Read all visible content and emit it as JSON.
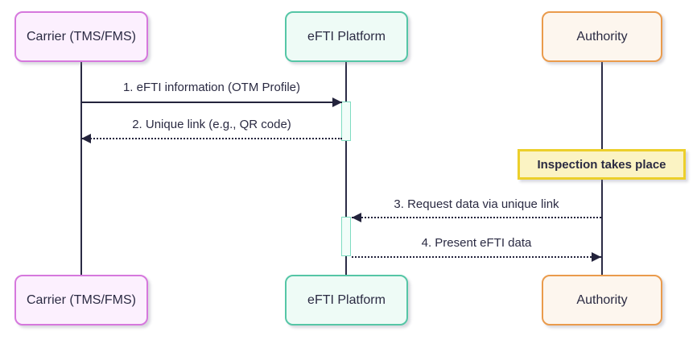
{
  "diagram": {
    "type": "sequence-diagram",
    "background_color": "#ffffff",
    "text_color": "#2a2a42",
    "line_color": "#23233c",
    "actors": [
      {
        "id": "carrier",
        "label": "Carrier (TMS/FMS)",
        "fill": "#fcf0fe",
        "border": "#d678dd"
      },
      {
        "id": "efti-platform",
        "label": "eFTI Platform",
        "fill": "#eefbf6",
        "border": "#55c6a6"
      },
      {
        "id": "authority",
        "label": "Authority",
        "fill": "#fdf6ee",
        "border": "#ea9b4c"
      }
    ],
    "messages": [
      {
        "seq": 1,
        "label": "1. eFTI information (OTM Profile)",
        "from": "carrier",
        "to": "efti-platform",
        "line": "solid",
        "arrow": "right"
      },
      {
        "seq": 2,
        "label": "2. Unique link (e.g., QR code)",
        "from": "efti-platform",
        "to": "carrier",
        "line": "dotted",
        "arrow": "left"
      },
      {
        "seq": 3,
        "label": "3. Request data via unique link",
        "from": "authority",
        "to": "efti-platform",
        "line": "dotted",
        "arrow": "left"
      },
      {
        "seq": 4,
        "label": "4. Present eFTI data",
        "from": "efti-platform",
        "to": "authority",
        "line": "dotted",
        "arrow": "right"
      }
    ],
    "activations": [
      {
        "on": "efti-platform",
        "from_seq": 1,
        "to_seq": 2,
        "fill": "#f2fdf9",
        "border": "#7edcc1"
      },
      {
        "on": "efti-platform",
        "from_seq": 3,
        "to_seq": 4,
        "fill": "#f2fdf9",
        "border": "#7edcc1"
      }
    ],
    "note": {
      "label": "Inspection takes place",
      "over": "authority",
      "fill": "#fbf3c3",
      "border": "#eccf2b"
    }
  }
}
